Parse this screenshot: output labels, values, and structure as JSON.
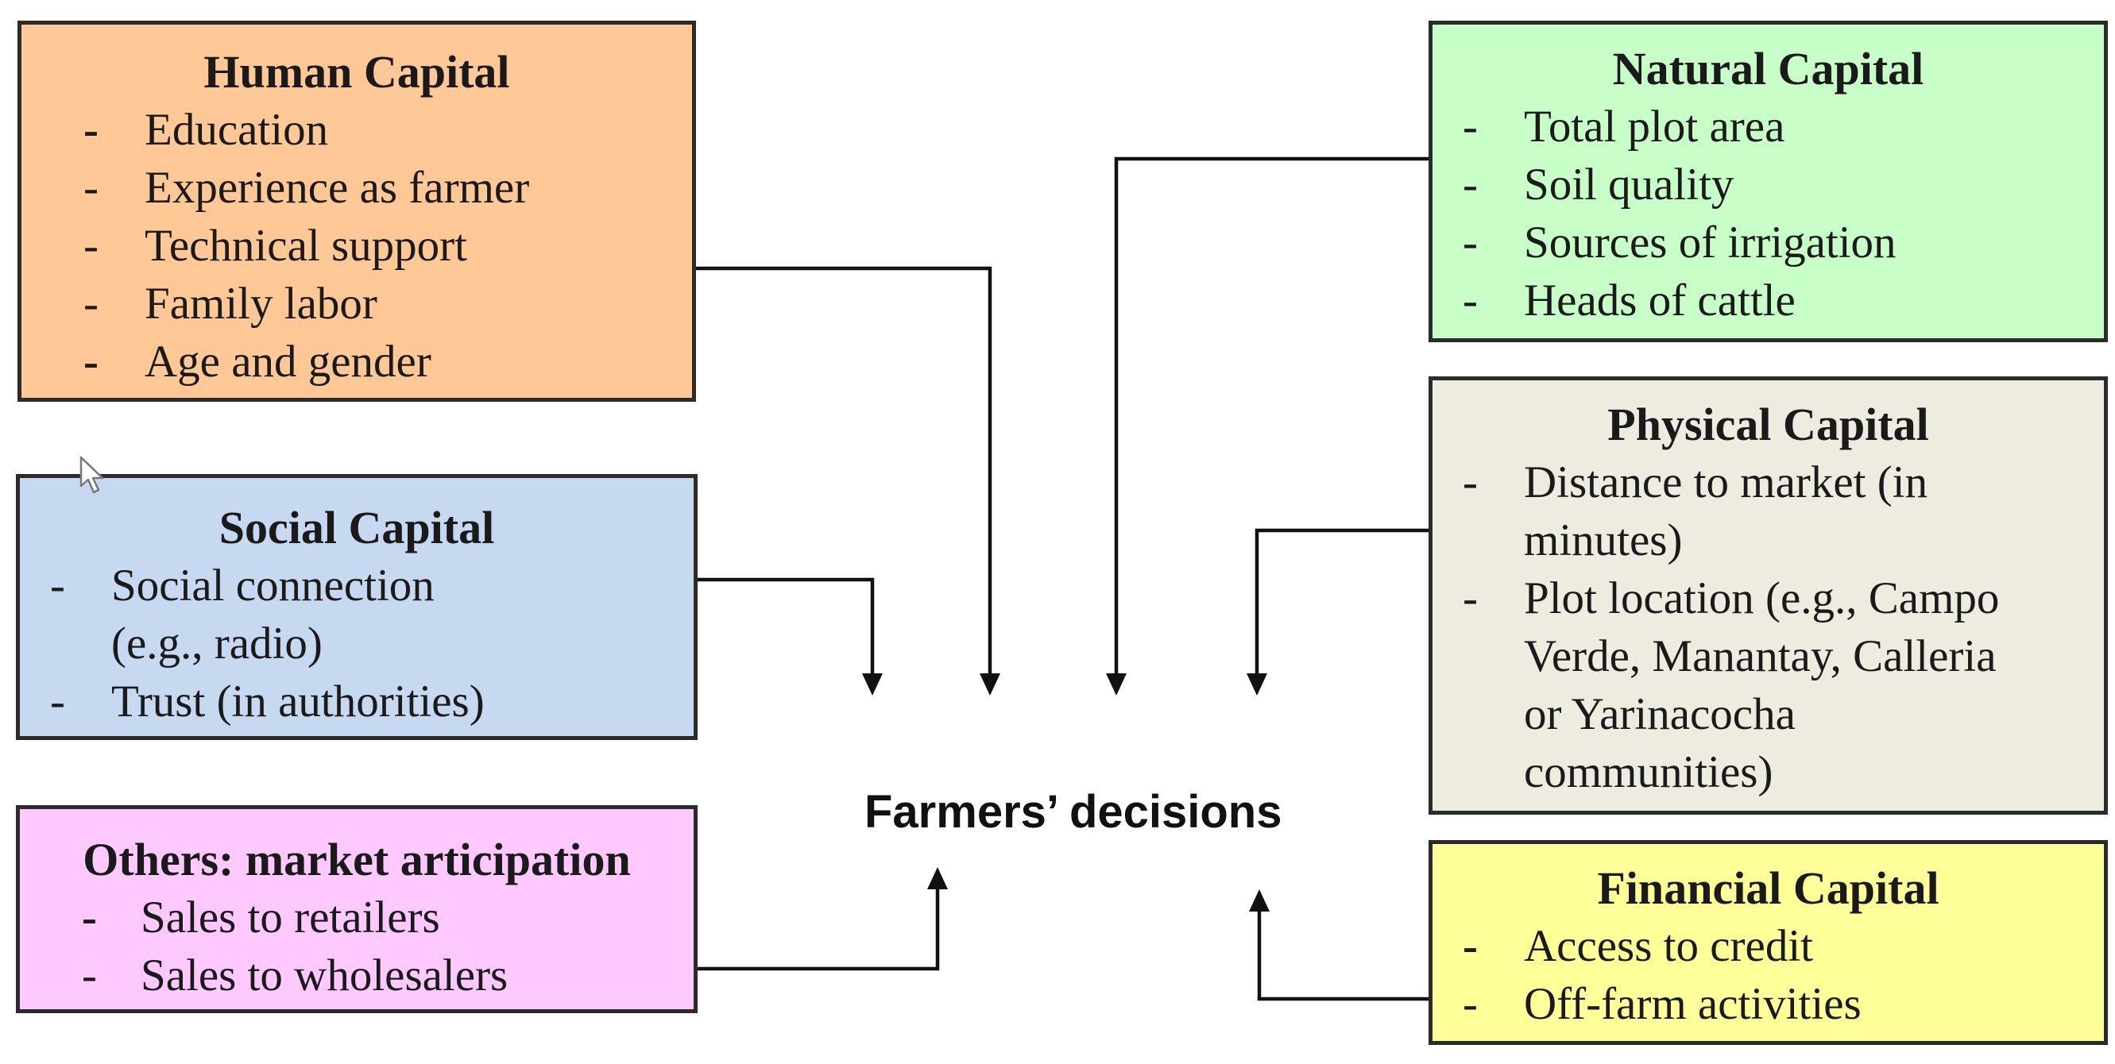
{
  "colors": {
    "human": "#ffc896",
    "social": "#c6d9f1",
    "others": "#ffc8ff",
    "natural": "#c8ffc8",
    "physical": "#eeebe0",
    "financial": "#ffff99",
    "line": "#111111"
  },
  "center": {
    "label": "Farmers’ decisions"
  },
  "boxes": {
    "human": {
      "title": "Human Capital",
      "items": [
        {
          "dash": "-",
          "text": "Education"
        },
        {
          "dash": "-",
          "text": "Experience as farmer"
        },
        {
          "dash": "-",
          "text": "Technical support"
        },
        {
          "dash": "-",
          "text": "Family labor"
        },
        {
          "dash": "-",
          "text": "Age and gender"
        }
      ]
    },
    "social": {
      "title": "Social Capital",
      "items": [
        {
          "dash": "-",
          "text": "Social connection"
        },
        {
          "dash": "",
          "text": "(e.g., radio)"
        },
        {
          "dash": "-",
          "text": "Trust (in authorities)"
        }
      ]
    },
    "others": {
      "title": "Others: market articipation",
      "items": [
        {
          "dash": "-",
          "text": "Sales to retailers"
        },
        {
          "dash": "-",
          "text": "Sales to wholesalers"
        }
      ]
    },
    "natural": {
      "title": "Natural Capital",
      "items": [
        {
          "dash": "-",
          "text": "Total plot area"
        },
        {
          "dash": "-",
          "text": "Soil quality"
        },
        {
          "dash": "-",
          "text": "Sources of irrigation"
        },
        {
          "dash": "-",
          "text": "Heads of cattle"
        }
      ]
    },
    "physical": {
      "title": "Physical Capital",
      "items": [
        {
          "dash": "-",
          "text": "Distance to market (in"
        },
        {
          "dash": "",
          "text": "minutes)"
        },
        {
          "dash": "-",
          "text": "Plot location (e.g., Campo"
        },
        {
          "dash": "",
          "text": "Verde, Manantay, Calleria"
        },
        {
          "dash": "",
          "text": "or Yarinacocha"
        },
        {
          "dash": "",
          "text": "communities)"
        }
      ]
    },
    "financial": {
      "title": "Financial Capital",
      "items": [
        {
          "dash": "-",
          "text": "Access to credit"
        },
        {
          "dash": "-",
          "text": "Off-farm activities"
        }
      ]
    }
  }
}
